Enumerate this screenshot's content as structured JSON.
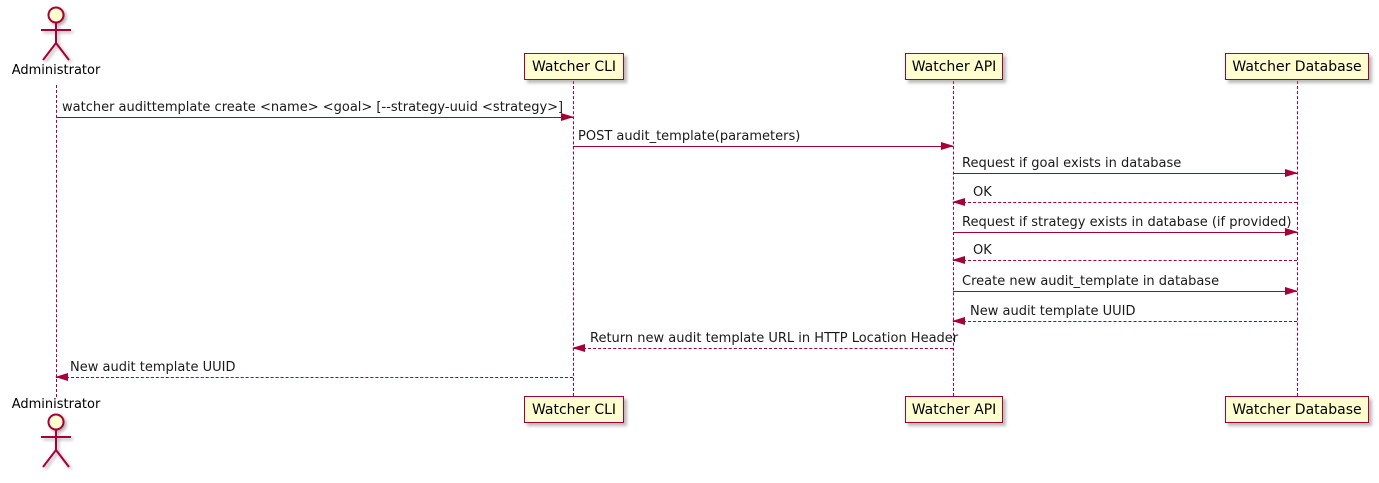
{
  "diagram_type": "uml-sequence",
  "participants": [
    {
      "label": "Administrator",
      "kind": "actor"
    },
    {
      "label": "Watcher CLI",
      "kind": "participant"
    },
    {
      "label": "Watcher API",
      "kind": "participant"
    },
    {
      "label": "Watcher Database",
      "kind": "participant"
    }
  ],
  "messages": [
    {
      "from": "Administrator",
      "to": "Watcher CLI",
      "line": "solid",
      "direction": "right",
      "label": "watcher audittemplate create <name> <goal> [--strategy-uuid <strategy>]"
    },
    {
      "from": "Watcher CLI",
      "to": "Watcher API",
      "line": "solid",
      "direction": "right",
      "label": "POST audit_template(parameters)"
    },
    {
      "from": "Watcher API",
      "to": "Watcher Database",
      "line": "solid",
      "direction": "right",
      "label": "Request if goal exists in database"
    },
    {
      "from": "Watcher Database",
      "to": "Watcher API",
      "line": "dashed",
      "direction": "left",
      "label": "OK"
    },
    {
      "from": "Watcher API",
      "to": "Watcher Database",
      "line": "solid",
      "direction": "right",
      "label": "Request if strategy exists in database (if provided)"
    },
    {
      "from": "Watcher Database",
      "to": "Watcher API",
      "line": "dashed",
      "direction": "left",
      "label": "OK"
    },
    {
      "from": "Watcher API",
      "to": "Watcher Database",
      "line": "solid",
      "direction": "right",
      "label": "Create new audit_template in database"
    },
    {
      "from": "Watcher Database",
      "to": "Watcher API",
      "line": "dashed",
      "direction": "left",
      "label": "New audit template UUID"
    },
    {
      "from": "Watcher API",
      "to": "Watcher CLI",
      "line": "dashed",
      "direction": "left",
      "label": "Return new audit template URL in HTTP Location Header"
    },
    {
      "from": "Watcher CLI",
      "to": "Administrator",
      "line": "dashed",
      "direction": "left",
      "label": "New audit template UUID"
    }
  ],
  "colors": {
    "stroke": "#A80036",
    "participant_fill": "#FEFECE",
    "text": "#000000",
    "background": "#FFFFFF"
  }
}
